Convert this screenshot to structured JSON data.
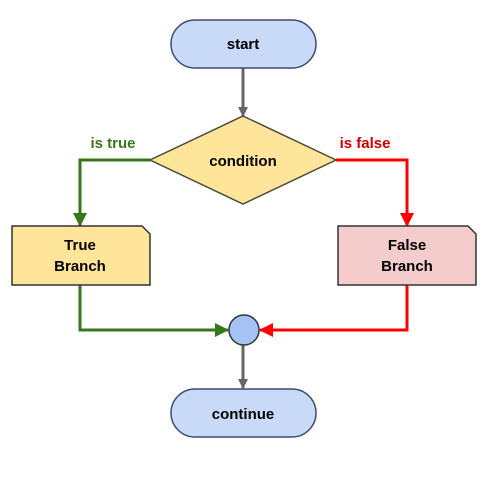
{
  "diagram": {
    "nodes": {
      "start": {
        "label": "start",
        "shape": "terminal",
        "fill": "#c9daf8",
        "stroke": "#3c4b6e"
      },
      "condition": {
        "label": "condition",
        "shape": "diamond",
        "fill": "#ffe599",
        "stroke": "#4a4a3a"
      },
      "true_branch": {
        "line1": "True",
        "line2": "Branch",
        "shape": "process",
        "fill": "#ffe599",
        "stroke": "#333333"
      },
      "false_branch": {
        "line1": "False",
        "line2": "Branch",
        "shape": "process",
        "fill": "#f4cccc",
        "stroke": "#333333"
      },
      "merge": {
        "shape": "circle",
        "fill": "#a4c2f4",
        "stroke": "#333333"
      },
      "continue": {
        "label": "continue",
        "shape": "terminal",
        "fill": "#c9daf8",
        "stroke": "#3c4b6e"
      }
    },
    "edges": {
      "true": {
        "label": "is true",
        "color": "#38761d"
      },
      "false": {
        "label": "is false",
        "color": "#cc0000"
      },
      "main": {
        "color": "#666666"
      }
    },
    "connections": [
      {
        "from": "start",
        "to": "condition"
      },
      {
        "from": "condition",
        "to": "true_branch",
        "label": "is true"
      },
      {
        "from": "condition",
        "to": "false_branch",
        "label": "is false"
      },
      {
        "from": "true_branch",
        "to": "merge"
      },
      {
        "from": "false_branch",
        "to": "merge"
      },
      {
        "from": "merge",
        "to": "continue"
      }
    ]
  }
}
